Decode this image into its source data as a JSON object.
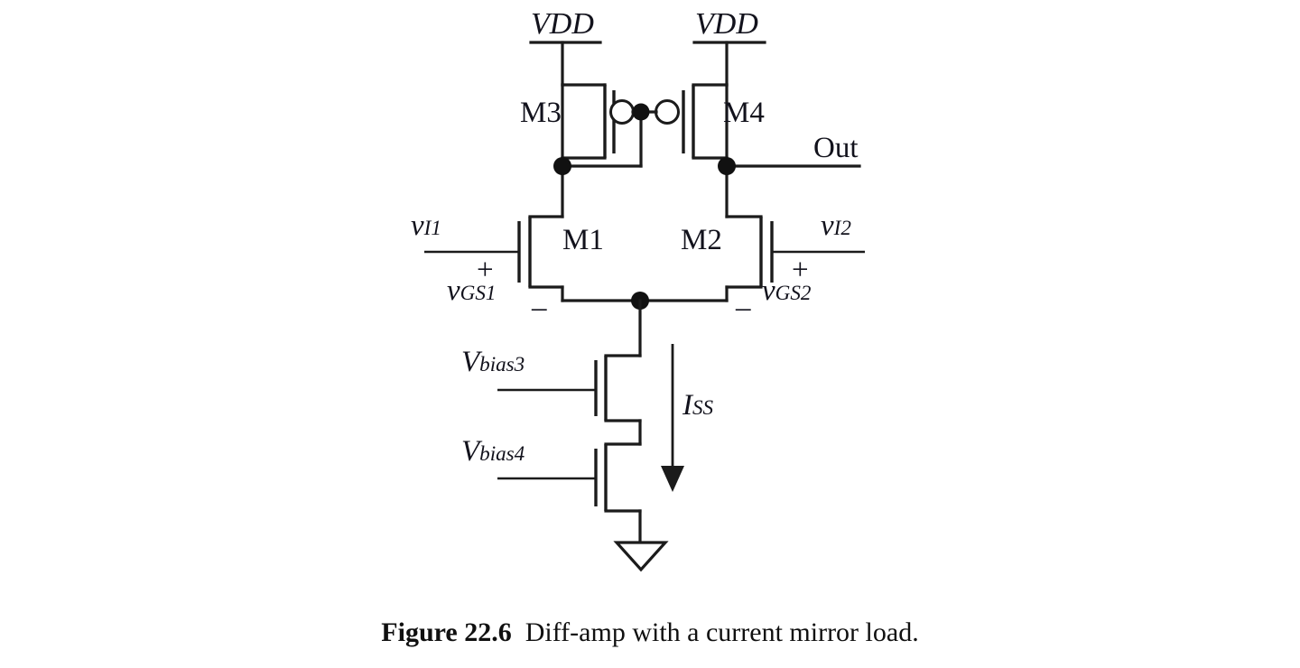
{
  "figure": {
    "caption_label": "Figure 22.6",
    "caption_text": "Diff-amp with a current mirror load.",
    "background_color": "#ffffff",
    "ink_color": "#1b1b1b"
  },
  "circuit": {
    "type": "schematic",
    "title": "Diff-amp with a current mirror load",
    "supply_rails": [
      {
        "id": "vdd-left",
        "label": "VDD"
      },
      {
        "id": "vdd-right",
        "label": "VDD"
      }
    ],
    "devices": [
      {
        "id": "m1",
        "label": "M1",
        "kind": "nmos",
        "role": "diff-pair-left"
      },
      {
        "id": "m2",
        "label": "M2",
        "kind": "nmos",
        "role": "diff-pair-right"
      },
      {
        "id": "m3",
        "label": "M3",
        "kind": "pmos",
        "role": "mirror-diode-connected"
      },
      {
        "id": "m4",
        "label": "M4",
        "kind": "pmos",
        "role": "mirror-output"
      },
      {
        "id": "mbias3",
        "label": "",
        "kind": "nmos",
        "role": "cascode-upper"
      },
      {
        "id": "mbias4",
        "label": "",
        "kind": "nmos",
        "role": "cascode-lower"
      }
    ],
    "terminals": [
      {
        "id": "out",
        "label": "Out"
      }
    ],
    "input_signals": [
      {
        "id": "vi1",
        "base": "v",
        "subscript": "I1"
      },
      {
        "id": "vi2",
        "base": "v",
        "subscript": "I2"
      }
    ],
    "gate_source_voltages": [
      {
        "id": "vgs1",
        "base": "v",
        "subscript": "GS1",
        "plus": "+",
        "minus": "–"
      },
      {
        "id": "vgs2",
        "base": "v",
        "subscript": "GS2",
        "plus": "+",
        "minus": "–"
      }
    ],
    "bias_voltages": [
      {
        "id": "vbias3",
        "base": "V",
        "subscript": "bias3"
      },
      {
        "id": "vbias4",
        "base": "V",
        "subscript": "bias4"
      }
    ],
    "currents": [
      {
        "id": "iss",
        "base": "I",
        "subscript": "SS",
        "direction": "down"
      }
    ],
    "ground": {
      "id": "gnd",
      "symbol": "open-triangle"
    }
  }
}
